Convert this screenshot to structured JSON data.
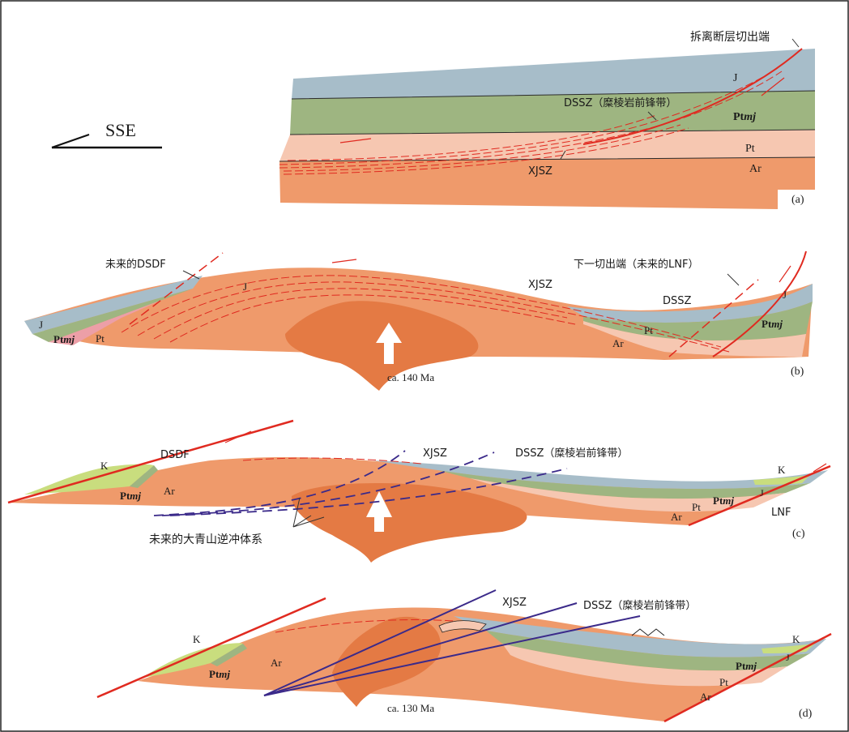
{
  "legend": {
    "direction": "SSE"
  },
  "colors": {
    "J": "#a7bdc9",
    "Ptmj": "#9eb581",
    "Pt": "#f6c7b1",
    "Ar": "#ef9a6b",
    "pluton": "#e47a44",
    "K": "#c9dd7e",
    "Pt_pink": "#ec9fa7",
    "fault": "#e02a20",
    "future": "#3b2a8a"
  },
  "panels": {
    "a": {
      "tag": "(a)",
      "labels": {
        "J": "J",
        "Ptmj_base": "Pt",
        "Ptmj_sub": "mj",
        "Pt": "Pt",
        "Ar": "Ar",
        "DSSZ": "DSSZ（糜棱岩前锋带）",
        "XJSZ": "XJSZ",
        "detachment": "拆离断层切出端"
      }
    },
    "b": {
      "tag": "(b)",
      "labels": {
        "J_left": "J",
        "J_mid": "J",
        "J_right": "J",
        "Ptmj_base": "Pt",
        "Ptmj_sub": "mj",
        "Pt_left": "Pt",
        "Pt_right": "Pt",
        "Ar": "Ar",
        "XJSZ": "XJSZ",
        "DSSZ": "DSSZ",
        "DSDF_future": "未来的DSDF",
        "LNF_future": "下一切出端（未来的LNF）",
        "age": "ca. 140 Ma"
      }
    },
    "c": {
      "tag": "(c)",
      "labels": {
        "K_left": "K",
        "K_right": "K",
        "DSDF": "DSDF",
        "Ptmj_base": "Pt",
        "Ptmj_sub": "mj",
        "Ar_left": "Ar",
        "XJSZ": "XJSZ",
        "DSSZ": "DSSZ（糜棱岩前锋带）",
        "J": "J",
        "Pt": "Pt",
        "Ar_right": "Ar",
        "LNF": "LNF",
        "thrust_future": "未来的大青山逆冲体系"
      }
    },
    "d": {
      "tag": "(d)",
      "labels": {
        "K_left": "K",
        "K_right": "K",
        "Ptmj_base": "Pt",
        "Ptmj_sub": "mj",
        "Ar_left": "Ar",
        "XJSZ": "XJSZ",
        "DSSZ": "DSSZ（糜棱岩前锋带）",
        "J": "J",
        "Pt": "Pt",
        "Ar_right": "Ar",
        "age": "ca. 130 Ma"
      }
    }
  }
}
